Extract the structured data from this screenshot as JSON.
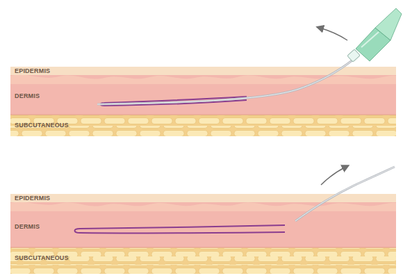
{
  "diagram": {
    "nodes": [
      {
        "text": [
          "EPIDERMIS"
        ]
      },
      {
        "text": [
          "DERMIS"
        ]
      },
      {
        "text": [
          "SUBCUTANEOUS"
        ]
      },
      {
        "text": [
          "EPIDERMIS"
        ]
      },
      {
        "text": [
          "DERMIS"
        ]
      },
      {
        "text": [
          "SUBCUTANEOUS"
        ]
      }
    ]
  }
}
